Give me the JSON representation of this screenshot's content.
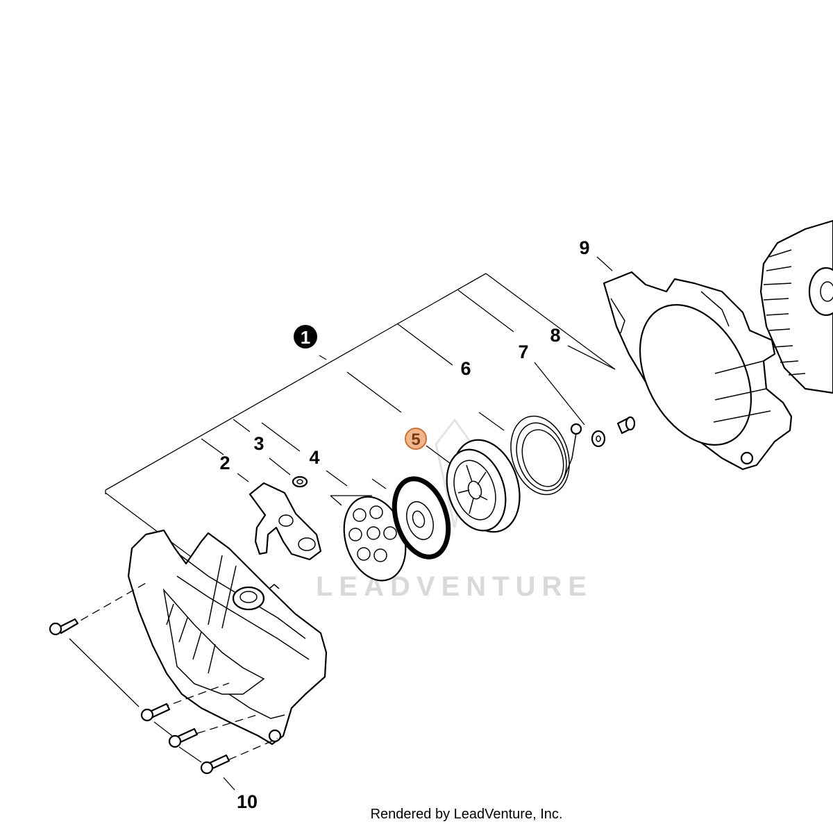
{
  "callouts": {
    "c1": "1",
    "c2": "2",
    "c3": "3",
    "c4": "4",
    "c5": "5",
    "c6": "6",
    "c7": "7",
    "c8": "8",
    "c9": "9",
    "c10": "10"
  },
  "highlight_color": "#f2b48c",
  "highlight_stroke": "#c8733e",
  "watermark": "LEADVENTURE",
  "footer": "Rendered by LeadVenture, Inc."
}
